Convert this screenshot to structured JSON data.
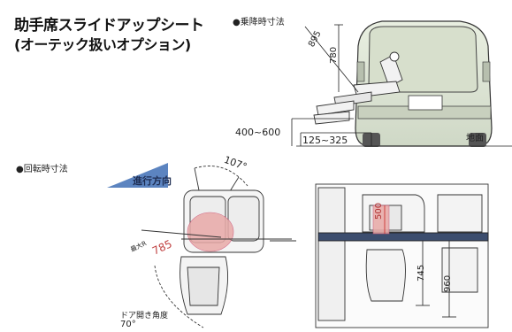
{
  "title": {
    "line1": "助手席スライドアップシート",
    "line2": "(オーテック扱いオプション)"
  },
  "boarding": {
    "heading": "●乗降時寸法",
    "dim_diag": "895",
    "dim_height": "780",
    "dim_ground": "400~600",
    "dim_slide": "125~325",
    "ground_label": "地面"
  },
  "rotation": {
    "heading": "●回転時寸法",
    "direction": "進行方向",
    "angle_top": "107°",
    "radius_label": "最大R",
    "radius_value": "785",
    "door_label": "ドア開き角度",
    "door_angle": "70°"
  },
  "plan": {
    "dim_a": "500",
    "dim_b": "745",
    "dim_c": "960"
  },
  "colors": {
    "accent_blue": "#3f6fb5",
    "car_fill": "#dfe6d6",
    "pink": "#e9aaa8"
  }
}
